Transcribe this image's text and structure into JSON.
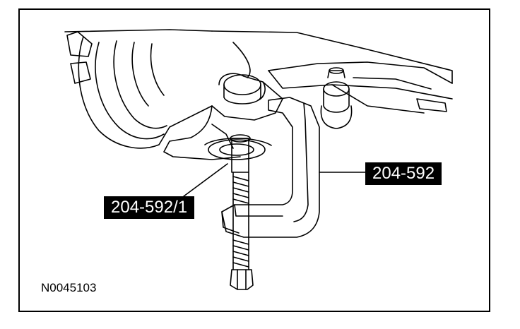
{
  "callouts": {
    "tool_main": "204-592",
    "tool_sub": "204-592/1"
  },
  "figure_id": "N0045103",
  "colors": {
    "ink": "#000000",
    "paper": "#ffffff"
  }
}
